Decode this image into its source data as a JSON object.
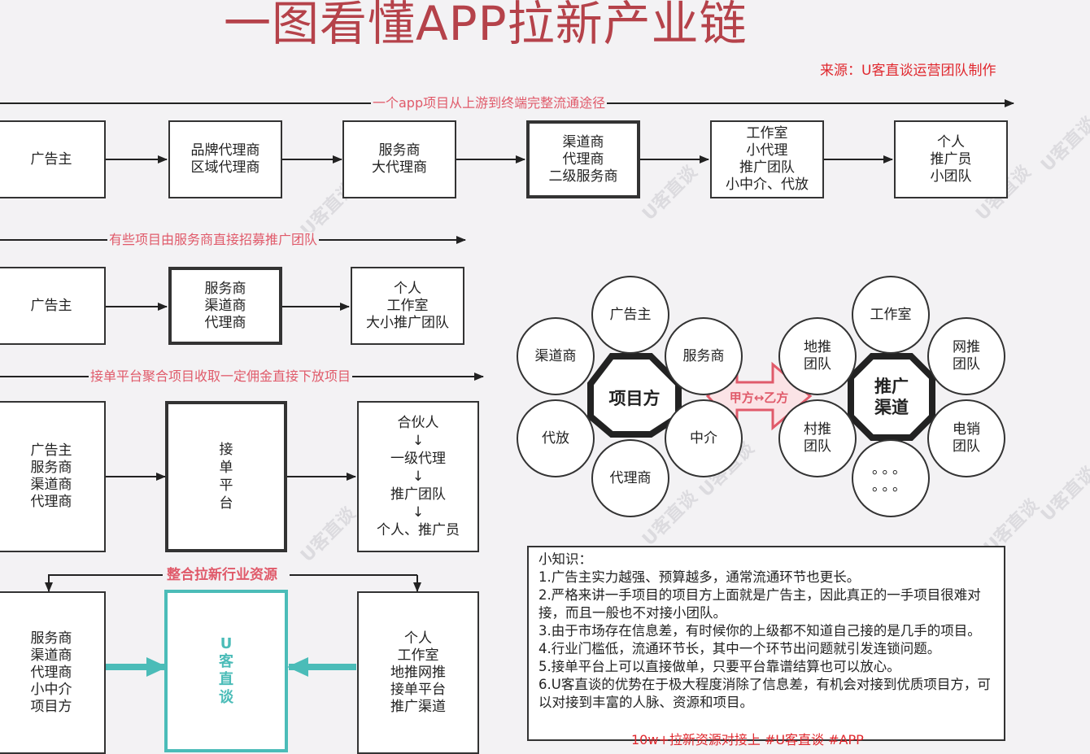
{
  "title": "一图看懂APP拉新产业链",
  "source": "来源：U客直谈运营团队制作",
  "row1": {
    "banner": "一个app项目从上游到终端完整流通途径",
    "boxes": [
      "广告主",
      "品牌代理商\n区域代理商",
      "服务商\n大代理商",
      "渠道商\n代理商\n二级服务商",
      "工作室\n小代理\n推广团队\n小中介、代放",
      "个人\n推广员\n小团队"
    ]
  },
  "row2": {
    "banner": "有些项目由服务商直接招募推广团队",
    "boxes": [
      "广告主",
      "服务商\n渠道商\n代理商",
      "个人\n工作室\n大小推广团队"
    ]
  },
  "row3": {
    "banner": "接单平台聚合项目收取一定佣金直接下放项目",
    "boxes": [
      "广告主\n服务商\n渠道商\n代理商",
      "接\n单\n平\n台",
      "合伙人\n↓\n一级代理\n↓\n推广团队\n↓\n个人、推广员"
    ]
  },
  "row4": {
    "banner": "整合拉新行业资源",
    "left": "服务商\n渠道商\n代理商\n小中介\n项目方",
    "center": "U\n客\n直\n谈",
    "right": "个人\n工作室\n地推网推\n接单平台\n推广渠道"
  },
  "cluster_left": {
    "center": "项目方",
    "items": [
      "广告主",
      "服务商",
      "中介",
      "代理商",
      "代放",
      "渠道商"
    ]
  },
  "cluster_right": {
    "center": "推广\n渠道",
    "items": [
      "工作室",
      "网推\n团队",
      "电销\n团队",
      "。。。\n。。。",
      "村推\n团队",
      "地推\n团队"
    ]
  },
  "middle_arrow": "甲方↔乙方",
  "tips": {
    "heading": "小知识：",
    "items": [
      "1.广告主实力越强、预算越多，通常流通环节也更长。",
      "2.严格来讲一手项目的项目方上面就是广告主，因此真正的一手项目很难对接，而且一般也不对接小团队。",
      "3.由于市场存在信息差，有时候你的上级都不知道自己接的是几手的项目。",
      "4.行业门槛低，流通环节长，其中一个环节出问题就引发连锁问题。",
      "5.接单平台上可以直接做单，只要平台靠谱结算也可以放心。",
      "6.U客直谈的优势在于极大程度消除了信息差，有机会对接到优质项目方，可以对接到丰富的人脉、资源和项目。"
    ]
  },
  "bottom_text": "10w+拉新资源对接上 #U客直谈 #APP",
  "watermark": "U客直谈",
  "colors": {
    "title": "#b5424a",
    "banner": "#e05a6a",
    "teal": "#4bbcb8",
    "source": "#e0282e"
  }
}
